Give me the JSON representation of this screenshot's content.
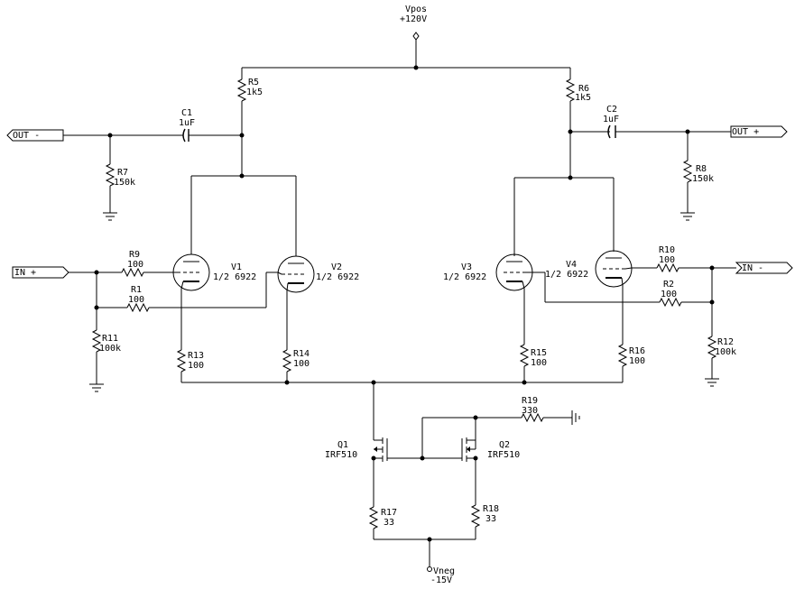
{
  "supplies": {
    "vpos_name": "Vpos",
    "vpos_value": "+120V",
    "vneg_name": "Vneg",
    "vneg_value": "-15V"
  },
  "ports": {
    "out_minus": "OUT -",
    "out_plus": "OUT +",
    "in_plus": "IN +",
    "in_minus": "IN -"
  },
  "resistors": {
    "R1": {
      "ref": "R1",
      "value": "100"
    },
    "R2": {
      "ref": "R2",
      "value": "100"
    },
    "R5": {
      "ref": "R5",
      "value": "1k5"
    },
    "R6": {
      "ref": "R6",
      "value": "1k5"
    },
    "R7": {
      "ref": "R7",
      "value": "150k"
    },
    "R8": {
      "ref": "R8",
      "value": "150k"
    },
    "R9": {
      "ref": "R9",
      "value": "100"
    },
    "R10": {
      "ref": "R10",
      "value": "100"
    },
    "R11": {
      "ref": "R11",
      "value": "100k"
    },
    "R12": {
      "ref": "R12",
      "value": "100k"
    },
    "R13": {
      "ref": "R13",
      "value": "100"
    },
    "R14": {
      "ref": "R14",
      "value": "100"
    },
    "R15": {
      "ref": "R15",
      "value": "100"
    },
    "R16": {
      "ref": "R16",
      "value": "100"
    },
    "R17": {
      "ref": "R17",
      "value": "33"
    },
    "R18": {
      "ref": "R18",
      "value": "33"
    },
    "R19": {
      "ref": "R19",
      "value": "330"
    }
  },
  "capacitors": {
    "C1": {
      "ref": "C1",
      "value": "1uF"
    },
    "C2": {
      "ref": "C2",
      "value": "1uF"
    }
  },
  "tubes": {
    "V1": {
      "ref": "V1",
      "type": "1/2 6922"
    },
    "V2": {
      "ref": "V2",
      "type": "1/2 6922"
    },
    "V3": {
      "ref": "V3",
      "type": "1/2 6922"
    },
    "V4": {
      "ref": "V4",
      "type": "1/2 6922"
    }
  },
  "mosfets": {
    "Q1": {
      "ref": "Q1",
      "type": "IRF510"
    },
    "Q2": {
      "ref": "Q2",
      "type": "IRF510"
    }
  }
}
